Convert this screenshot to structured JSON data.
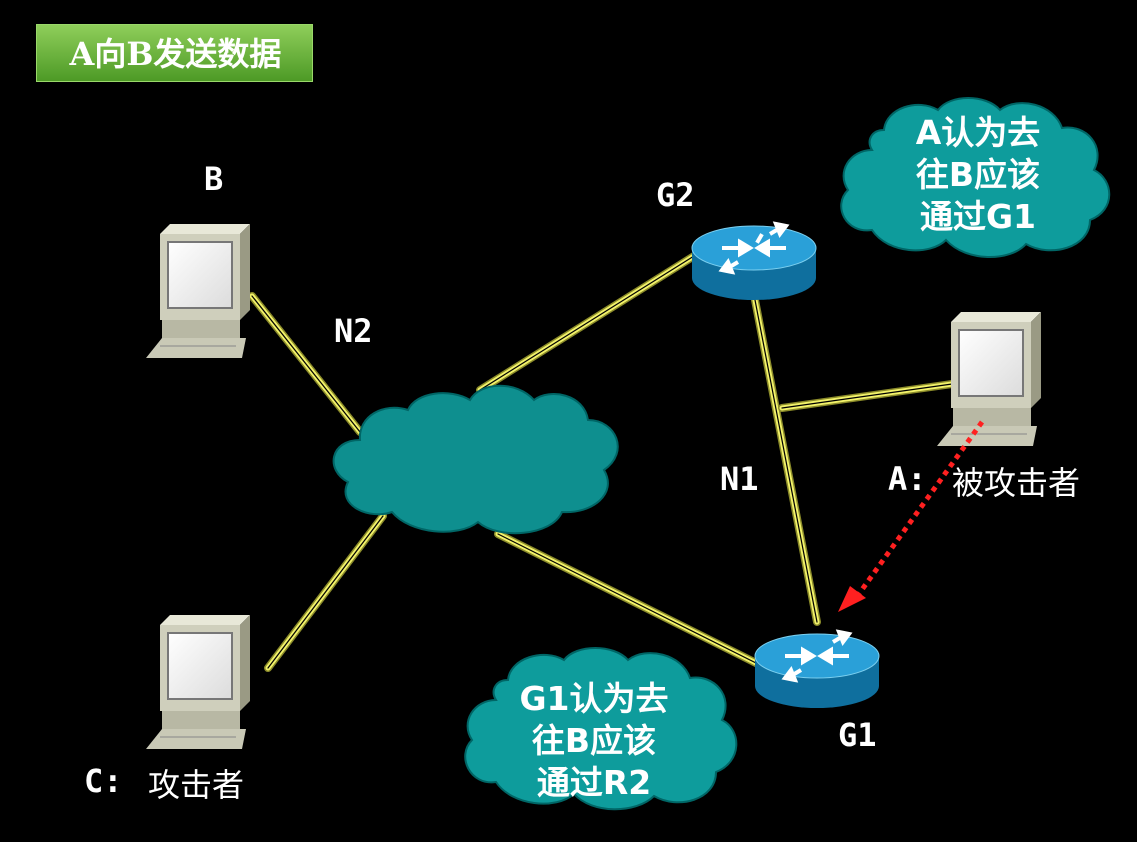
{
  "title": "A向B发送数据",
  "nodes": {
    "b": "B",
    "n2": "N2",
    "g2": "G2",
    "n1": "N1",
    "g1": "G1",
    "a_prefix": "A:",
    "a_desc": "被攻击者",
    "c_prefix": "C:",
    "c_desc": "攻击者"
  },
  "clouds": {
    "a_belief": [
      "A认为去",
      "往B应该",
      "通过G1"
    ],
    "g1_belief": [
      "G1认为去",
      "往B应该",
      "通过R2"
    ]
  },
  "colors": {
    "background": "#000000",
    "title_bg": "#6db33f",
    "link": "#e8e84a",
    "cloud": "#0e9c9c",
    "router": "#1a8fc4",
    "arrow": "#ff2020"
  }
}
